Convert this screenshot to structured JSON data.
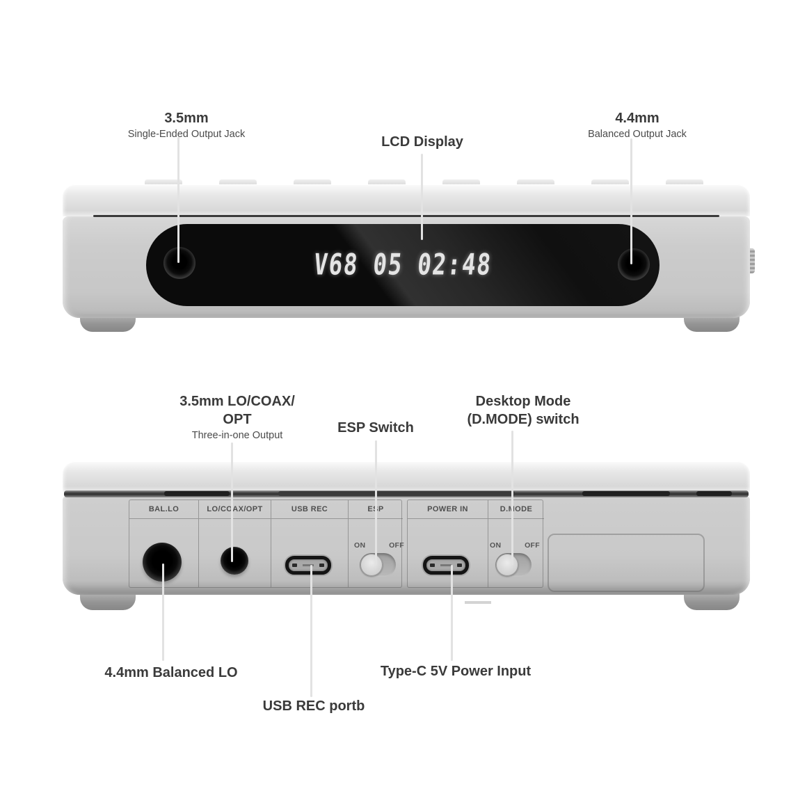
{
  "front": {
    "lcd_text": "V68 05 02:48",
    "callouts": {
      "jack_3_5mm": {
        "title": "3.5mm",
        "subtitle": "Single-Ended Output Jack"
      },
      "lcd_display": {
        "title": "LCD Display"
      },
      "jack_4_4mm": {
        "title": "4.4mm",
        "subtitle": "Balanced Output Jack"
      }
    }
  },
  "rear": {
    "ports": [
      {
        "label": "BAL.LO"
      },
      {
        "label": "LO/COAX/OPT"
      },
      {
        "label": "USB REC"
      },
      {
        "label": "ESP"
      },
      {
        "label": "POWER IN"
      },
      {
        "label": "D.MODE"
      }
    ],
    "switch_on_label": "ON",
    "switch_off_label": "OFF",
    "callouts": {
      "lo_coax_opt": {
        "title": "3.5mm LO/COAX/\nOPT",
        "subtitle": "Three-in-one Output"
      },
      "esp_switch": {
        "title": "ESP Switch"
      },
      "desktop_mode": {
        "title": "Desktop Mode\n(D.MODE) switch"
      },
      "bal_lo": {
        "title": "4.4mm Balanced LO"
      },
      "usb_rec": {
        "title": "USB REC portb"
      },
      "power_in": {
        "title": "Type-C 5V Power Input"
      }
    }
  },
  "colors": {
    "background": "#ffffff",
    "label_text": "#3a3a3a",
    "leader_line": "#e2e2e2",
    "device_body": "#c9c9c9",
    "lcd_panel": "#0f0f0f",
    "lcd_text_color": "#e4e4e4"
  }
}
